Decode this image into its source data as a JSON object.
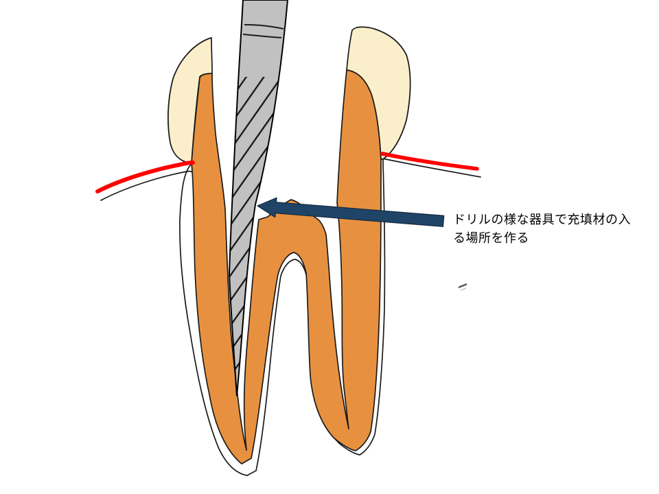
{
  "slide": {
    "background": "#FFFFFF",
    "annotation": {
      "line1": "ドリルの様な器具で充填材の入",
      "line2": "る場所を作る"
    }
  },
  "diagram": {
    "subject": "tooth-root-canal-drilling-cross-section",
    "parts": [
      "enamel-cap",
      "dentin",
      "root-canal",
      "drill-file",
      "gingiva-line",
      "pointer-arrow"
    ]
  },
  "colors": {
    "dentin": "#E79140",
    "enamel": "#FBEFCB",
    "drill_gray": "#C1C1C1",
    "gum_red": "#FF0000",
    "arrow_navy": "#1F4467",
    "outline": "#1A1A1A",
    "background": "#FFFFFF"
  }
}
